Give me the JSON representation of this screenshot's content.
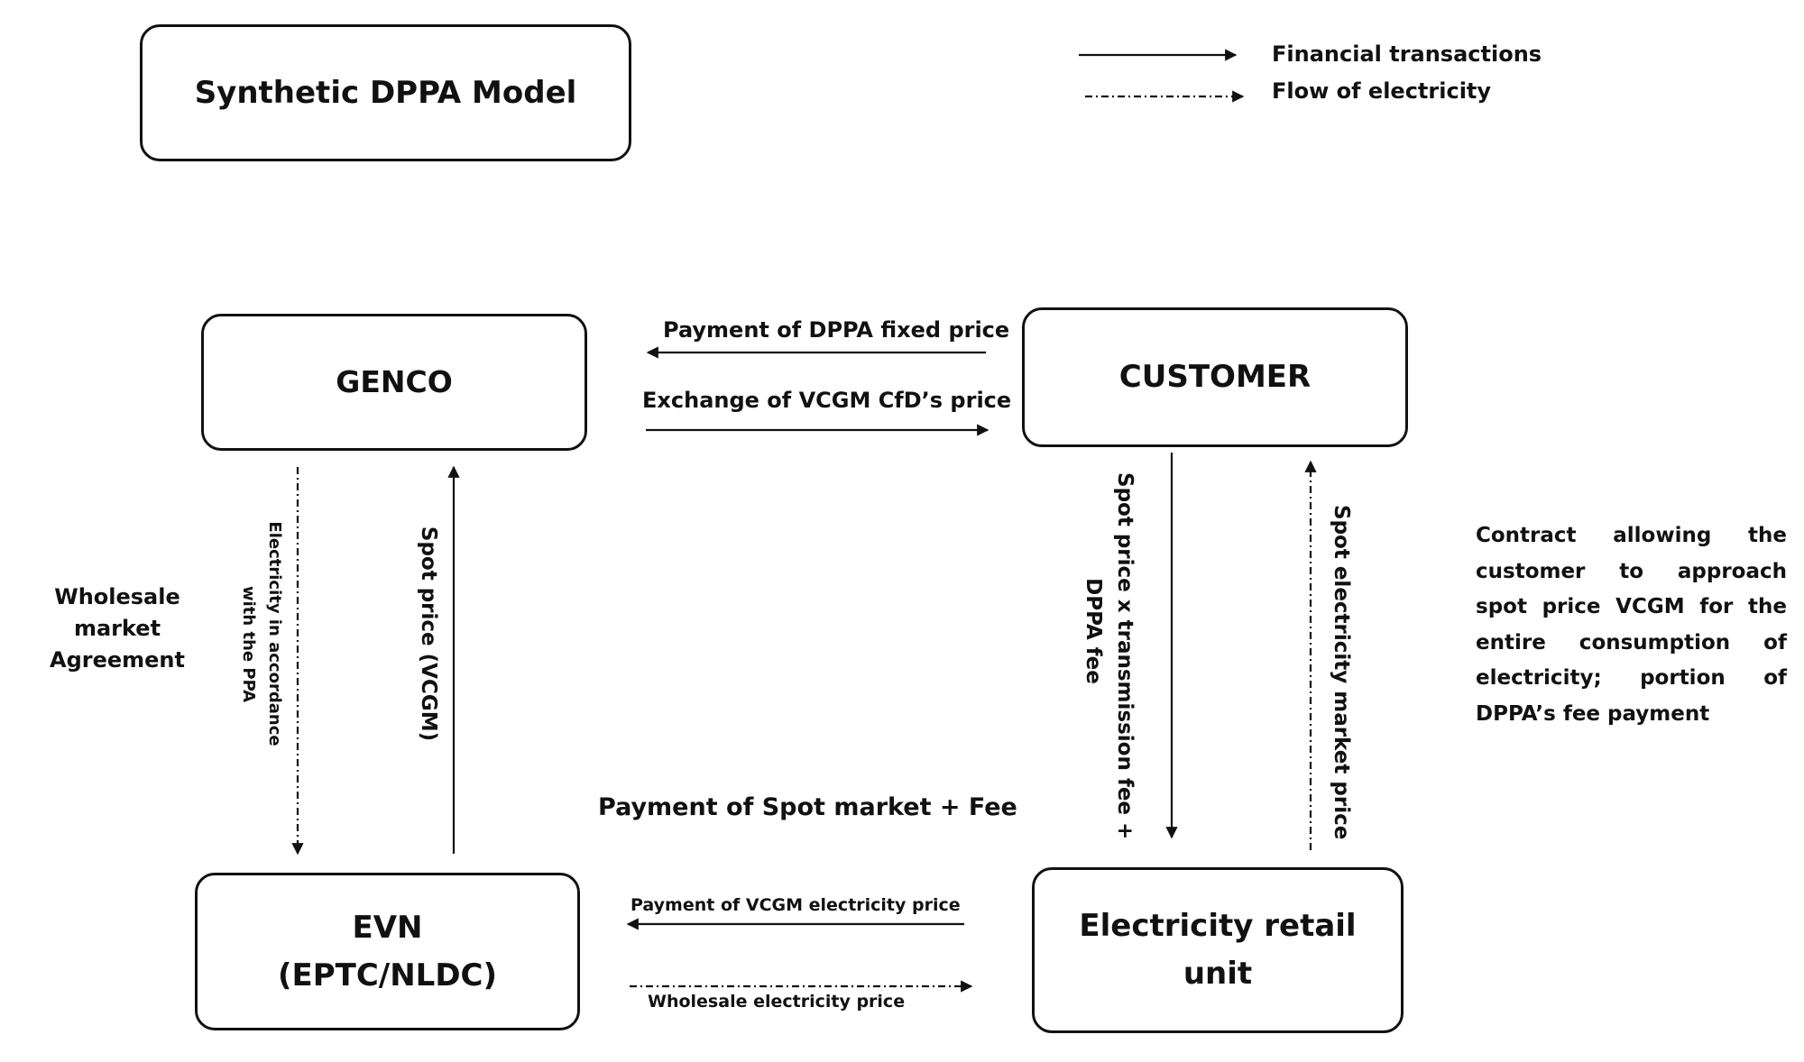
{
  "title": "Synthetic DPPA Model",
  "legend": {
    "financial": "Financial transactions",
    "electricity": "Flow of electricity"
  },
  "nodes": {
    "genco": "GENCO",
    "customer": "CUSTOMER",
    "evn": "EVN\n(EPTC/NLDC)",
    "retail": "Electricity retail\nunit"
  },
  "edges": {
    "dppa_fixed_price": "Payment of DPPA fixed price",
    "cfd_exchange": "Exchange of VCGM CfD’s price",
    "electricity_ppa_line1": "Electricity in accordance",
    "electricity_ppa_line2": "with the PPA",
    "spot_price_vcgm": "Spot price (VCGM)",
    "spot_tx_fee_line1": "Spot price x transmission fee +",
    "spot_tx_fee_line2": "DPPA fee",
    "spot_market_price": "Spot electricity market price",
    "spot_market_fee": "Payment of Spot market + Fee",
    "vcgm_payment": "Payment of VCGM electricity price",
    "wholesale_price": "Wholesale electricity price"
  },
  "wholesale_agreement": "Wholesale market\nAgreement",
  "note": "Contract allowing the customer to approach spot price VCGM for the entire consumption of electricity; portion of DPPA’s fee payment"
}
